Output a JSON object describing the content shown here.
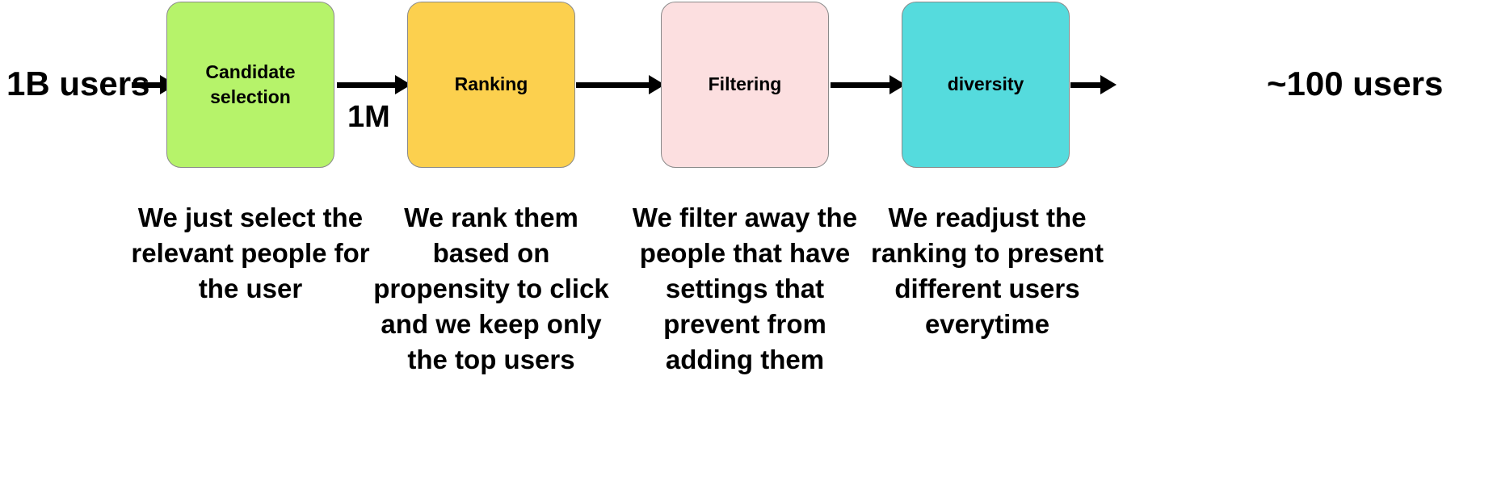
{
  "diagram": {
    "title": "recommendation-funnel",
    "input_label": "1B users",
    "output_label": "~100 users",
    "intermediate_counts": [
      {
        "id": "after-candidate-selection",
        "label": "1M"
      }
    ],
    "stages": [
      {
        "id": "candidate-selection",
        "title": "Candidate selection",
        "caption": "We just select the relevant people for the user",
        "color": "#b6f36a",
        "border_color": "#8a8a8a"
      },
      {
        "id": "ranking",
        "title": "Ranking",
        "caption": "We rank them based on propensity to click and we keep only the top users",
        "color": "#fcd04e",
        "border_color": "#8a8a8a"
      },
      {
        "id": "filtering",
        "title": "Filtering",
        "caption": "We filter away the people that have settings that prevent from adding them",
        "color": "#fcdfe0",
        "border_color": "#8a8a8a"
      },
      {
        "id": "diversity",
        "title": "diversity",
        "caption": "We readjust the ranking to present different users everytime",
        "color": "#55dbdd",
        "border_color": "#8a8a8a"
      }
    ],
    "arrows": [
      {
        "id": "arrow-input-to-candidate-selection"
      },
      {
        "id": "arrow-candidate-selection-to-ranking"
      },
      {
        "id": "arrow-ranking-to-filtering"
      },
      {
        "id": "arrow-filtering-to-diversity"
      },
      {
        "id": "arrow-diversity-to-output"
      }
    ],
    "background_color": "#ffffff",
    "text_color": "#000000"
  }
}
